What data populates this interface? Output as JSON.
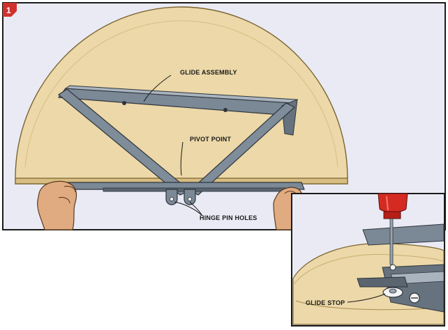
{
  "step": {
    "number": "1"
  },
  "main_panel": {
    "labels": {
      "glide_assembly": "GLIDE ASSEMBLY",
      "pivot_point": "PIVOT POINT",
      "hinge_pin_holes": "HINGE PIN HOLES"
    }
  },
  "inset_panel": {
    "labels": {
      "glide_stop": "GLIDE STOP"
    }
  },
  "colors": {
    "panel_bg": "#e9eaf4",
    "tabletop": "#ecd8a8",
    "tabletop_edge": "#c9ac70",
    "metal": "#7b8896",
    "metal_dark": "#4e5864",
    "skin": "#e0ab80",
    "step_badge": "#d0312d",
    "screwdriver_red": "#d42a22"
  }
}
